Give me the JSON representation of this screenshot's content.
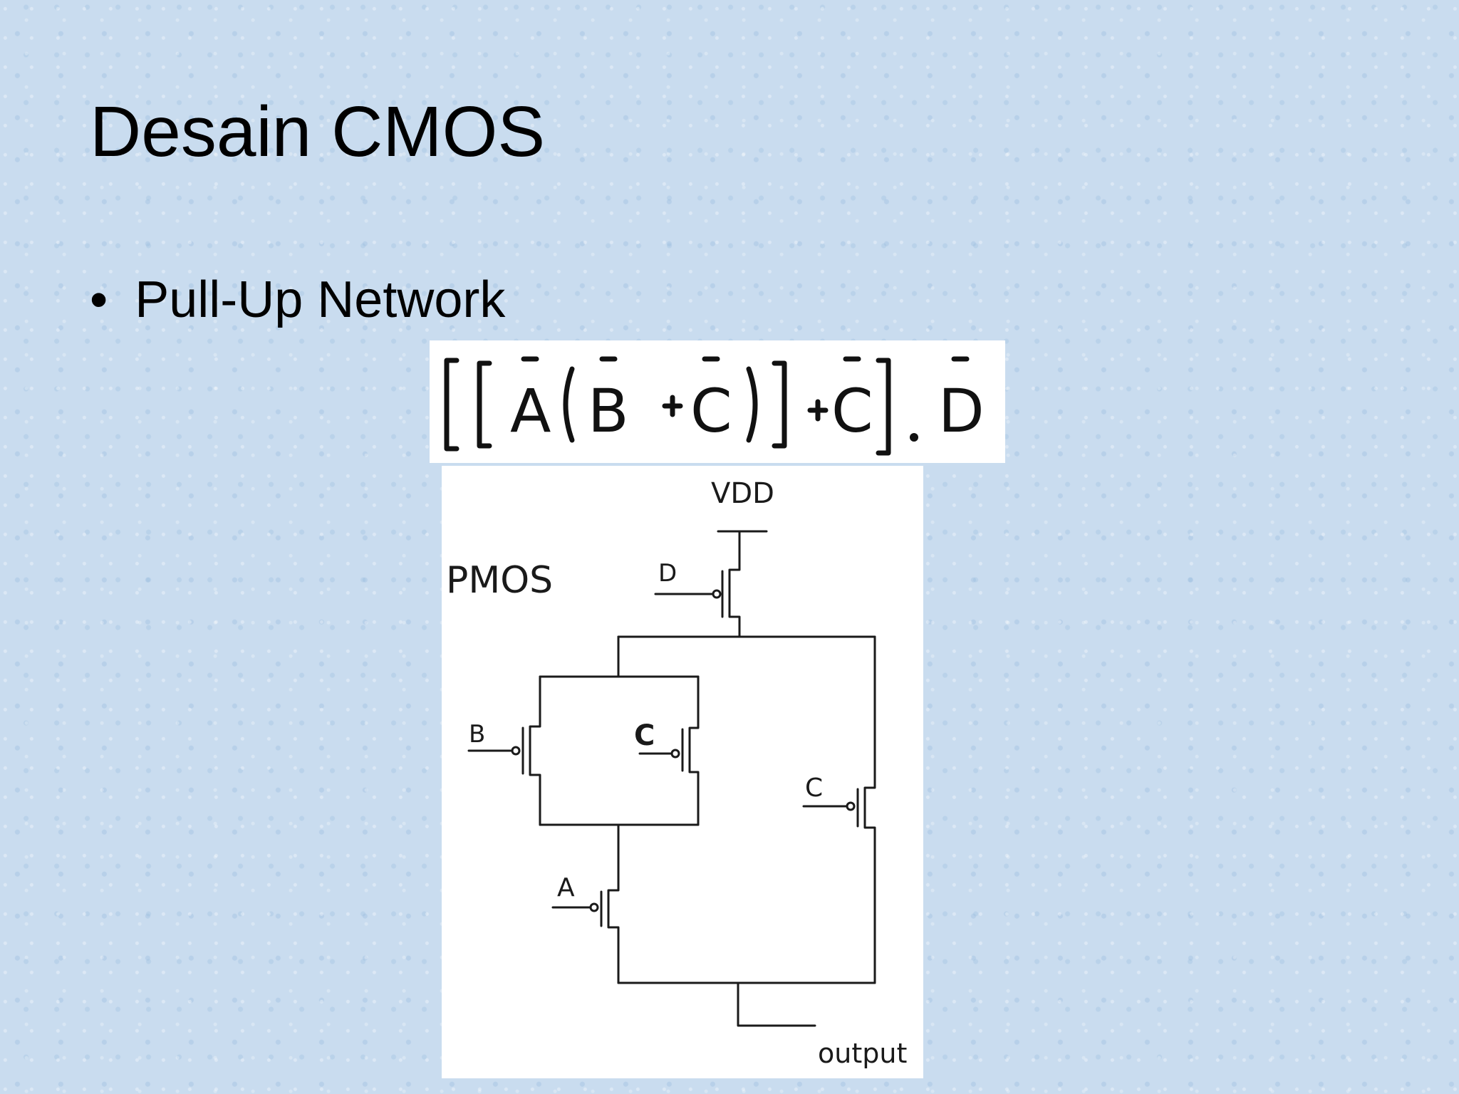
{
  "slide": {
    "title": "Desain CMOS",
    "bullet": "Pull-Up Network"
  },
  "formula": {
    "expression": "[[Ā(B̄ + C̄)] + C̄] . D̄",
    "terms": [
      "A",
      "B",
      "C",
      "C",
      "D"
    ]
  },
  "schematic": {
    "supply_label": "VDD",
    "network_label": "PMOS",
    "output_label": "output",
    "transistor_labels": {
      "d": "D",
      "b": "B",
      "c1": "C",
      "c2": "C",
      "a": "A"
    }
  }
}
